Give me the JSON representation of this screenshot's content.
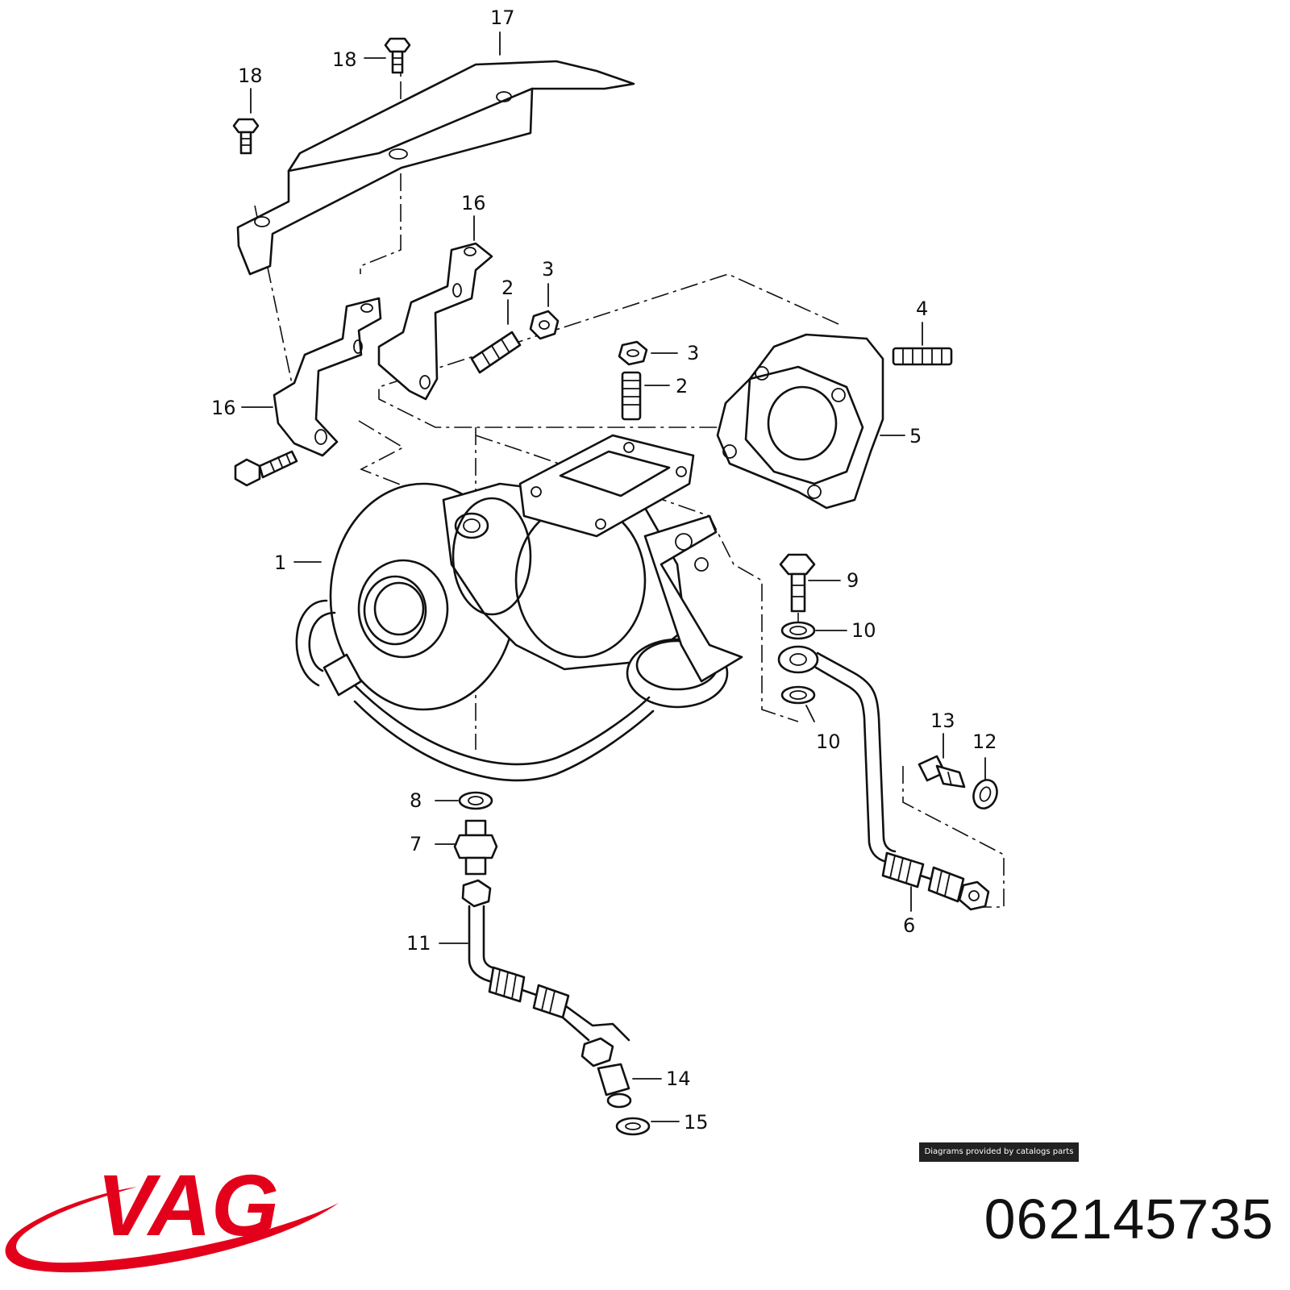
{
  "diagram": {
    "callouts": {
      "c1": "1",
      "c2a": "2",
      "c2b": "2",
      "c3a": "3",
      "c3b": "3",
      "c4": "4",
      "c5": "5",
      "c6": "6",
      "c7": "7",
      "c8": "8",
      "c9": "9",
      "c10a": "10",
      "c10b": "10",
      "c11": "11",
      "c12": "12",
      "c13": "13",
      "c14": "14",
      "c15": "15",
      "c16a": "16",
      "c16b": "16",
      "c17": "17",
      "c18a": "18",
      "c18b": "18"
    }
  },
  "credit": {
    "text": "Diagrams provided by catalogs parts"
  },
  "brand": {
    "logo_text": "VAG",
    "color": "#e3001b"
  },
  "part_number": "062145735"
}
